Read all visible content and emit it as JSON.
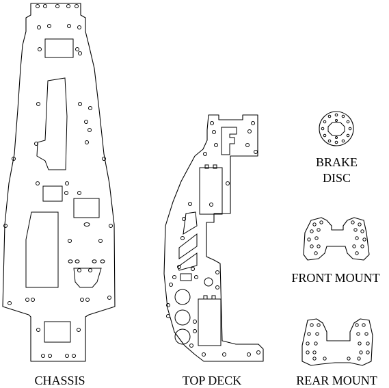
{
  "labels": {
    "chassis": "CHASSIS",
    "top_deck": "TOP DECK",
    "brake_disc_line1": "BRAKE",
    "brake_disc_line2": "DISC",
    "front_mount": "FRONT MOUNT",
    "rear_mount": "REAR MOUNT"
  },
  "colors": {
    "line": "#000000",
    "background": "#ffffff"
  }
}
